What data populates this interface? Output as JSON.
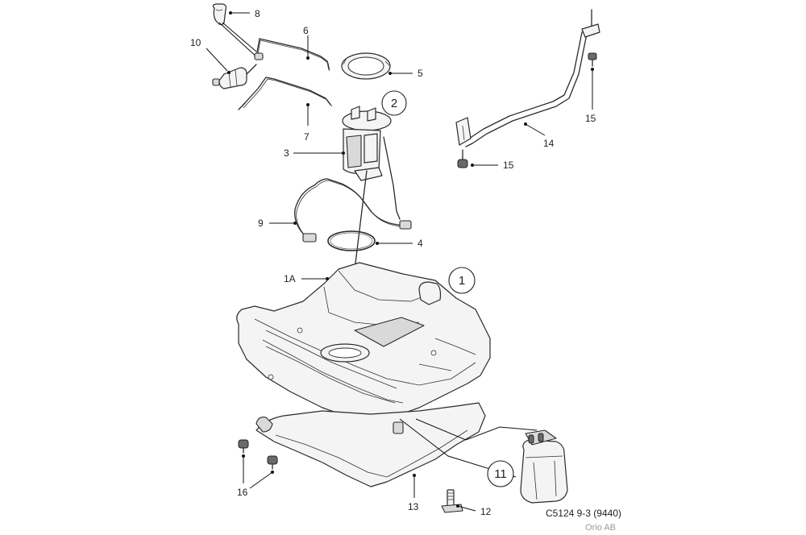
{
  "labels": {
    "l8": "8",
    "l6": "6",
    "l10": "10",
    "l5": "5",
    "l7": "7",
    "l2": "2",
    "l3": "3",
    "l9": "9",
    "l4": "4",
    "l1a": "1A",
    "l1": "1",
    "l14": "14",
    "l15a": "15",
    "l15b": "15",
    "l16": "16",
    "l13": "13",
    "l12": "12",
    "l11": "11"
  },
  "reference": "C5124 9-3 (9440)",
  "maker": "Orio AB"
}
